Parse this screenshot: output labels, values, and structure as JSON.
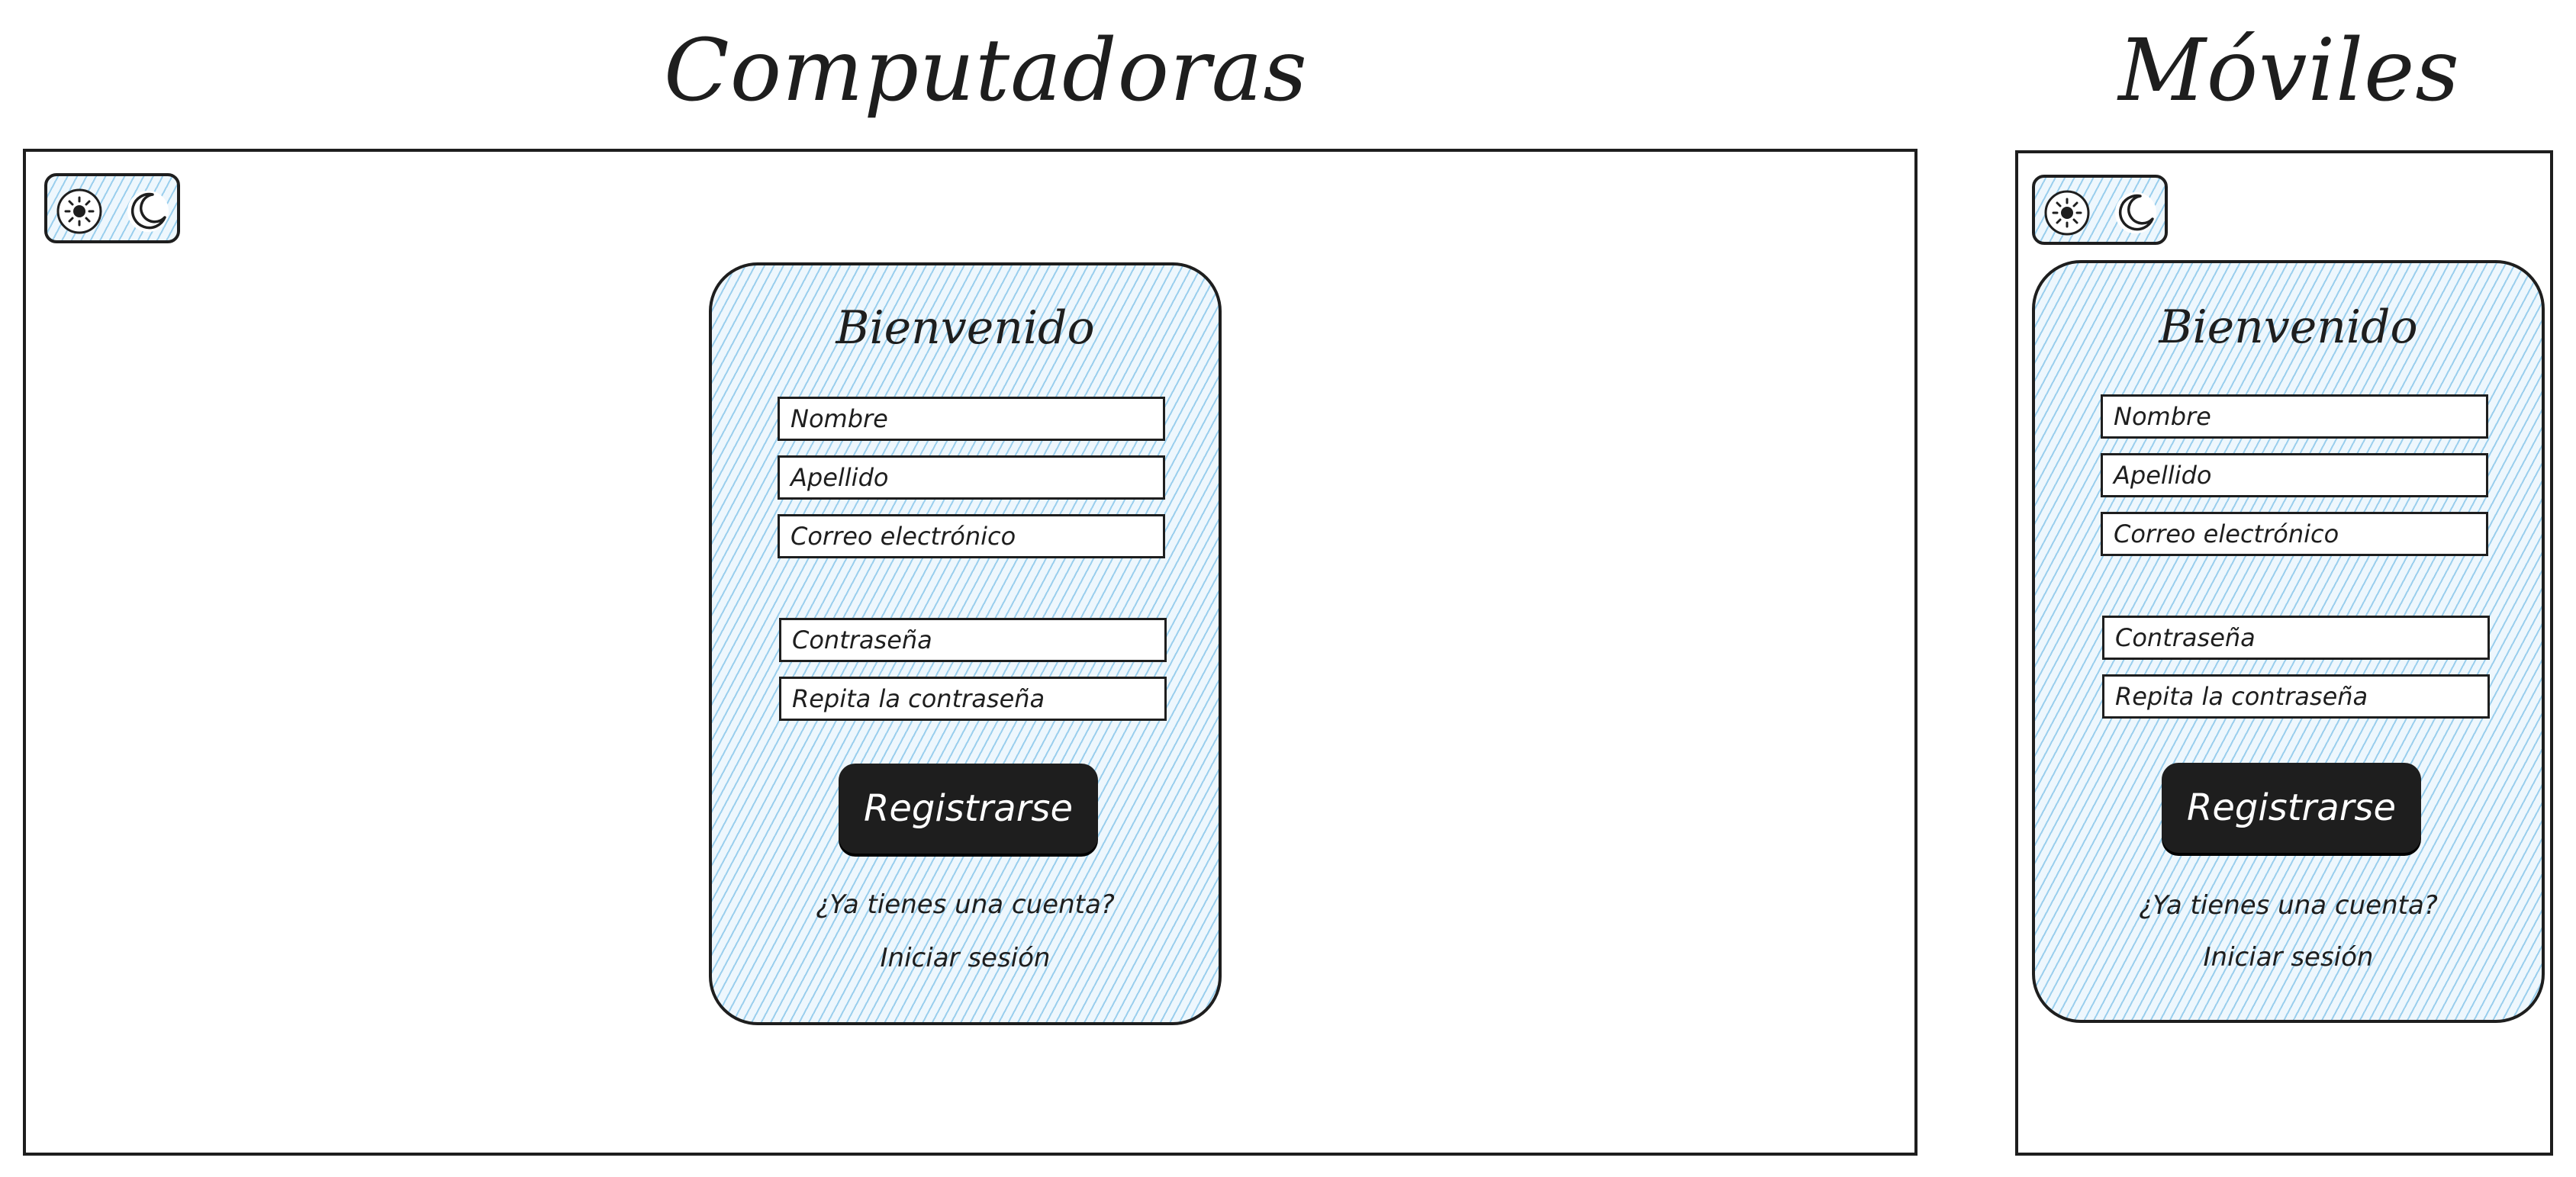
{
  "desktop": {
    "title": "Computadoras",
    "theme_toggle": {
      "light_icon": "sun-icon",
      "dark_icon": "moon-icon"
    },
    "card": {
      "title": "Bienvenido",
      "fields": {
        "first_name": "Nombre",
        "last_name": "Apellido",
        "email": "Correo electrónico",
        "password": "Contraseña",
        "repeat_password": "Repita la contraseña"
      },
      "submit_label": "Registrarse",
      "prompt": "¿Ya tienes una cuenta?",
      "login_link": "Iniciar sesión"
    }
  },
  "mobile": {
    "title": "Móviles",
    "theme_toggle": {
      "light_icon": "sun-icon",
      "dark_icon": "moon-icon"
    },
    "card": {
      "title": "Bienvenido",
      "fields": {
        "first_name": "Nombre",
        "last_name": "Apellido",
        "email": "Correo electrónico",
        "password": "Contraseña",
        "repeat_password": "Repita la contraseña"
      },
      "submit_label": "Registrarse",
      "prompt": "¿Ya tienes una cuenta?",
      "login_link": "Iniciar sesión"
    }
  },
  "colors": {
    "stroke": "#1e1e1e",
    "hatch": "#7ec1e8",
    "button_bg": "#1e1e1e",
    "button_text": "#ffffff"
  }
}
